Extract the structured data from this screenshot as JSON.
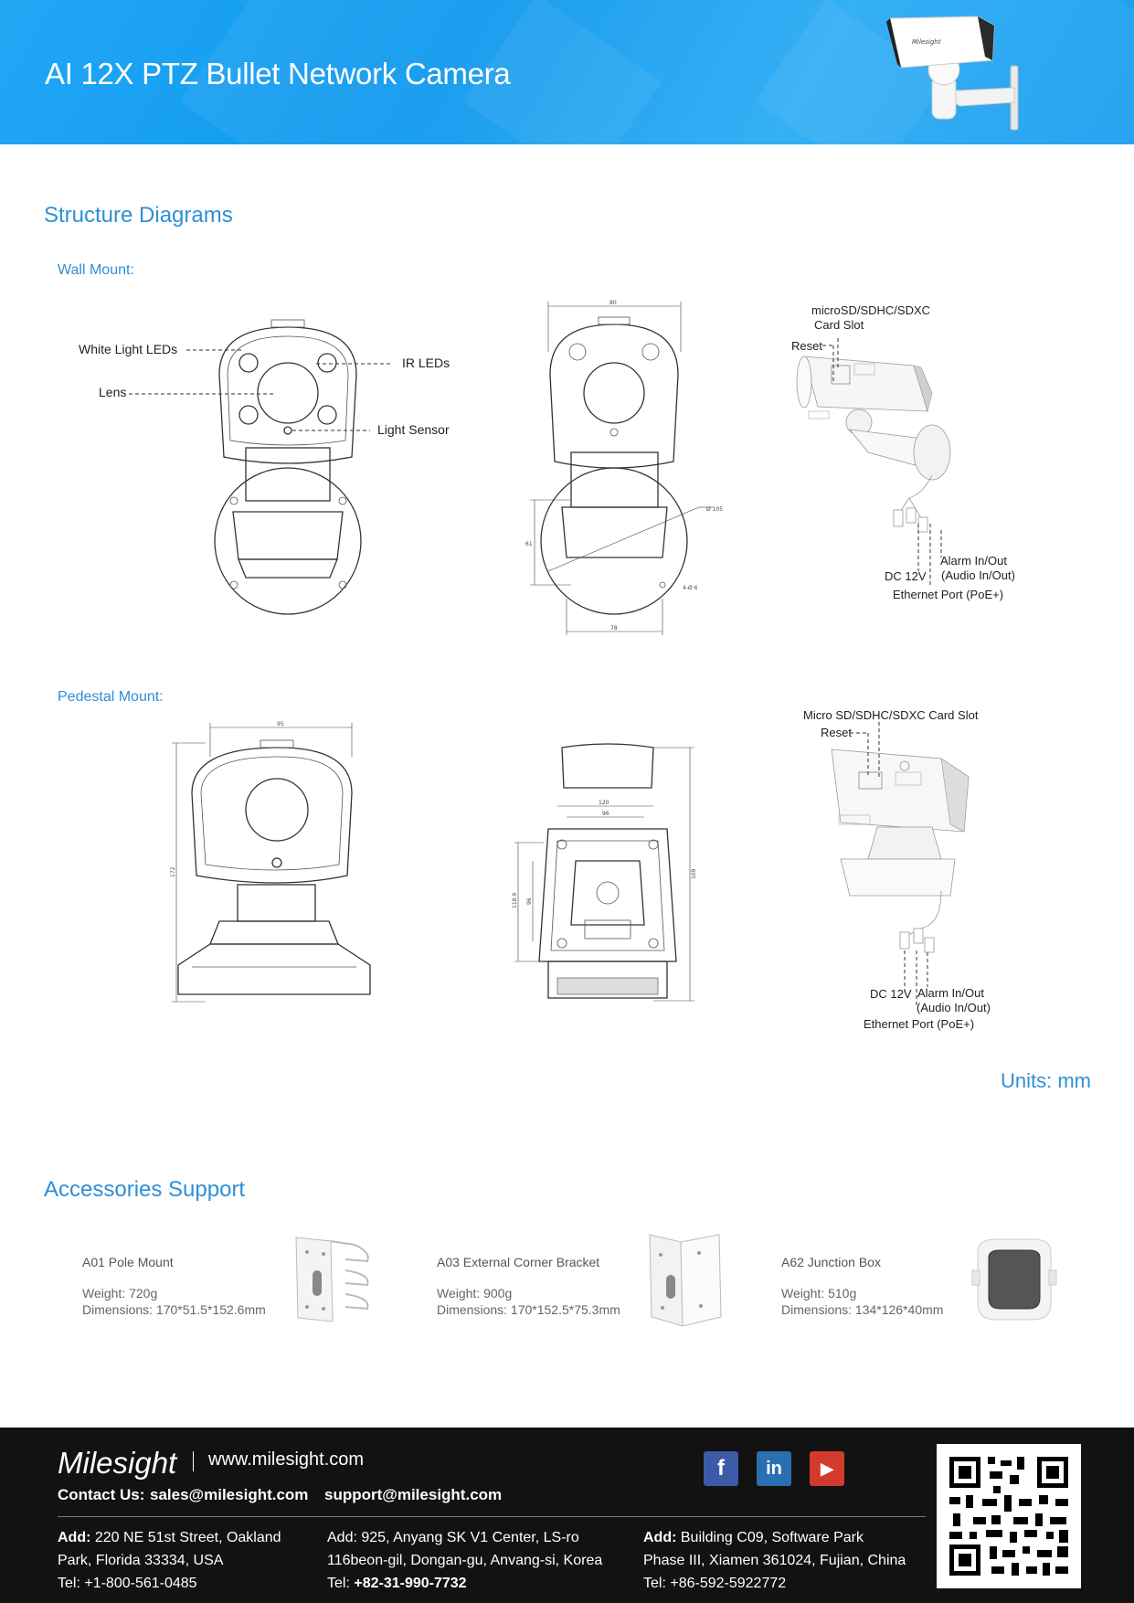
{
  "header": {
    "title": "AI 12X PTZ Bullet Network Camera",
    "camera_brand": "Milesight"
  },
  "structure": {
    "title": "Structure Diagrams",
    "wall_mount": {
      "label": "Wall Mount:",
      "front_callouts": {
        "white_light_leds": "White Light LEDs",
        "ir_leds": "IR LEDs",
        "lens": "Lens",
        "light_sensor": "Light Sensor"
      },
      "dimensions": [
        "80",
        "Ø 105",
        "61",
        "78",
        "4-Ø 6"
      ],
      "side_callouts": {
        "card_slot_line1": "microSD/SDHC/SDXC",
        "card_slot_line2": "Card Slot",
        "reset": "Reset",
        "dc": "DC 12V",
        "alarm_line1": "Alarm In/Out",
        "alarm_line2": "(Audio In/Out)",
        "ethernet": "Ethernet Port (PoE+)"
      }
    },
    "pedestal_mount": {
      "label": "Pedestal Mount:",
      "dimensions": [
        "95",
        "172",
        "120",
        "96",
        "118.9",
        "96",
        "109"
      ],
      "side_callouts": {
        "card_slot": "Micro SD/SDHC/SDXC Card Slot",
        "reset": "Reset",
        "dc": "DC 12V",
        "alarm_line1": "Alarm In/Out",
        "alarm_line2": "(Audio In/Out)",
        "ethernet": "Ethernet Port (PoE+)"
      }
    },
    "units": "Units: mm"
  },
  "accessories": {
    "title": "Accessories Support",
    "items": [
      {
        "name": "A01 Pole Mount",
        "weight": "Weight: 720g",
        "dimensions": "Dimensions: 170*51.5*152.6mm"
      },
      {
        "name": "A03 External Corner Bracket",
        "weight": "Weight: 900g",
        "dimensions": "Dimensions: 170*152.5*75.3mm"
      },
      {
        "name": "A62 Junction Box",
        "weight": "Weight: 510g",
        "dimensions": "Dimensions: 134*126*40mm"
      }
    ]
  },
  "footer": {
    "logo": "Milesight",
    "website": "www.milesight.com",
    "contact_label": "Contact Us:",
    "contact_email1": "sales@milesight.com",
    "contact_email2": "support@milesight.com",
    "social": [
      "facebook-icon",
      "linkedin-icon",
      "youtube-icon"
    ],
    "addresses": [
      {
        "label": "Add:",
        "line1": " 220 NE 51st Street, Oakland",
        "line2": "Park, Florida 33334, USA",
        "tel_label": "Tel:",
        "tel": " +1-800-561-0485"
      },
      {
        "label": "Add:",
        "line1": " 925, Anyang SK V1 Center, LS-ro",
        "line2": "116beon-gil, Dongan-gu, Anvang-si, Korea",
        "tel_label": "Tel:",
        "tel": " +82-31-990-7732"
      },
      {
        "label": "Add:",
        "line1": " Building C09, Software Park",
        "line2": "Phase III, Xiamen 361024, Fujian, China",
        "tel_label": "Tel:",
        "tel": " +86-592-5922772"
      }
    ]
  },
  "colors": {
    "accent": "#2e8fd6",
    "header_blue": "#1a9ef0",
    "footer_bg": "#121212"
  }
}
